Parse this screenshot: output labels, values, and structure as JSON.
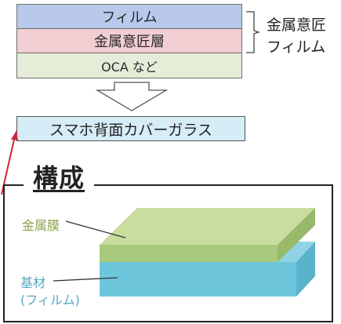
{
  "stack": {
    "layers": [
      {
        "label": "フィルム",
        "color": "#b9c9ec"
      },
      {
        "label": "金属意匠層",
        "color": "#f2cdd1"
      },
      {
        "label": "OCA など",
        "color": "#e5ecd8"
      }
    ],
    "side_label_line1": "金属意匠",
    "side_label_line2": "フィルム"
  },
  "cover_glass": {
    "label": "スマホ背面カバーガラス",
    "color": "#d6ecf7"
  },
  "structure": {
    "title": "構成",
    "metal_label": "金属膜",
    "base_label_line1": "基材",
    "base_label_line2": "(フィルム)",
    "metal_color": "#b3cf85",
    "base_color": "#6ec6dc"
  },
  "colors": {
    "pointer": "#d0283a"
  }
}
